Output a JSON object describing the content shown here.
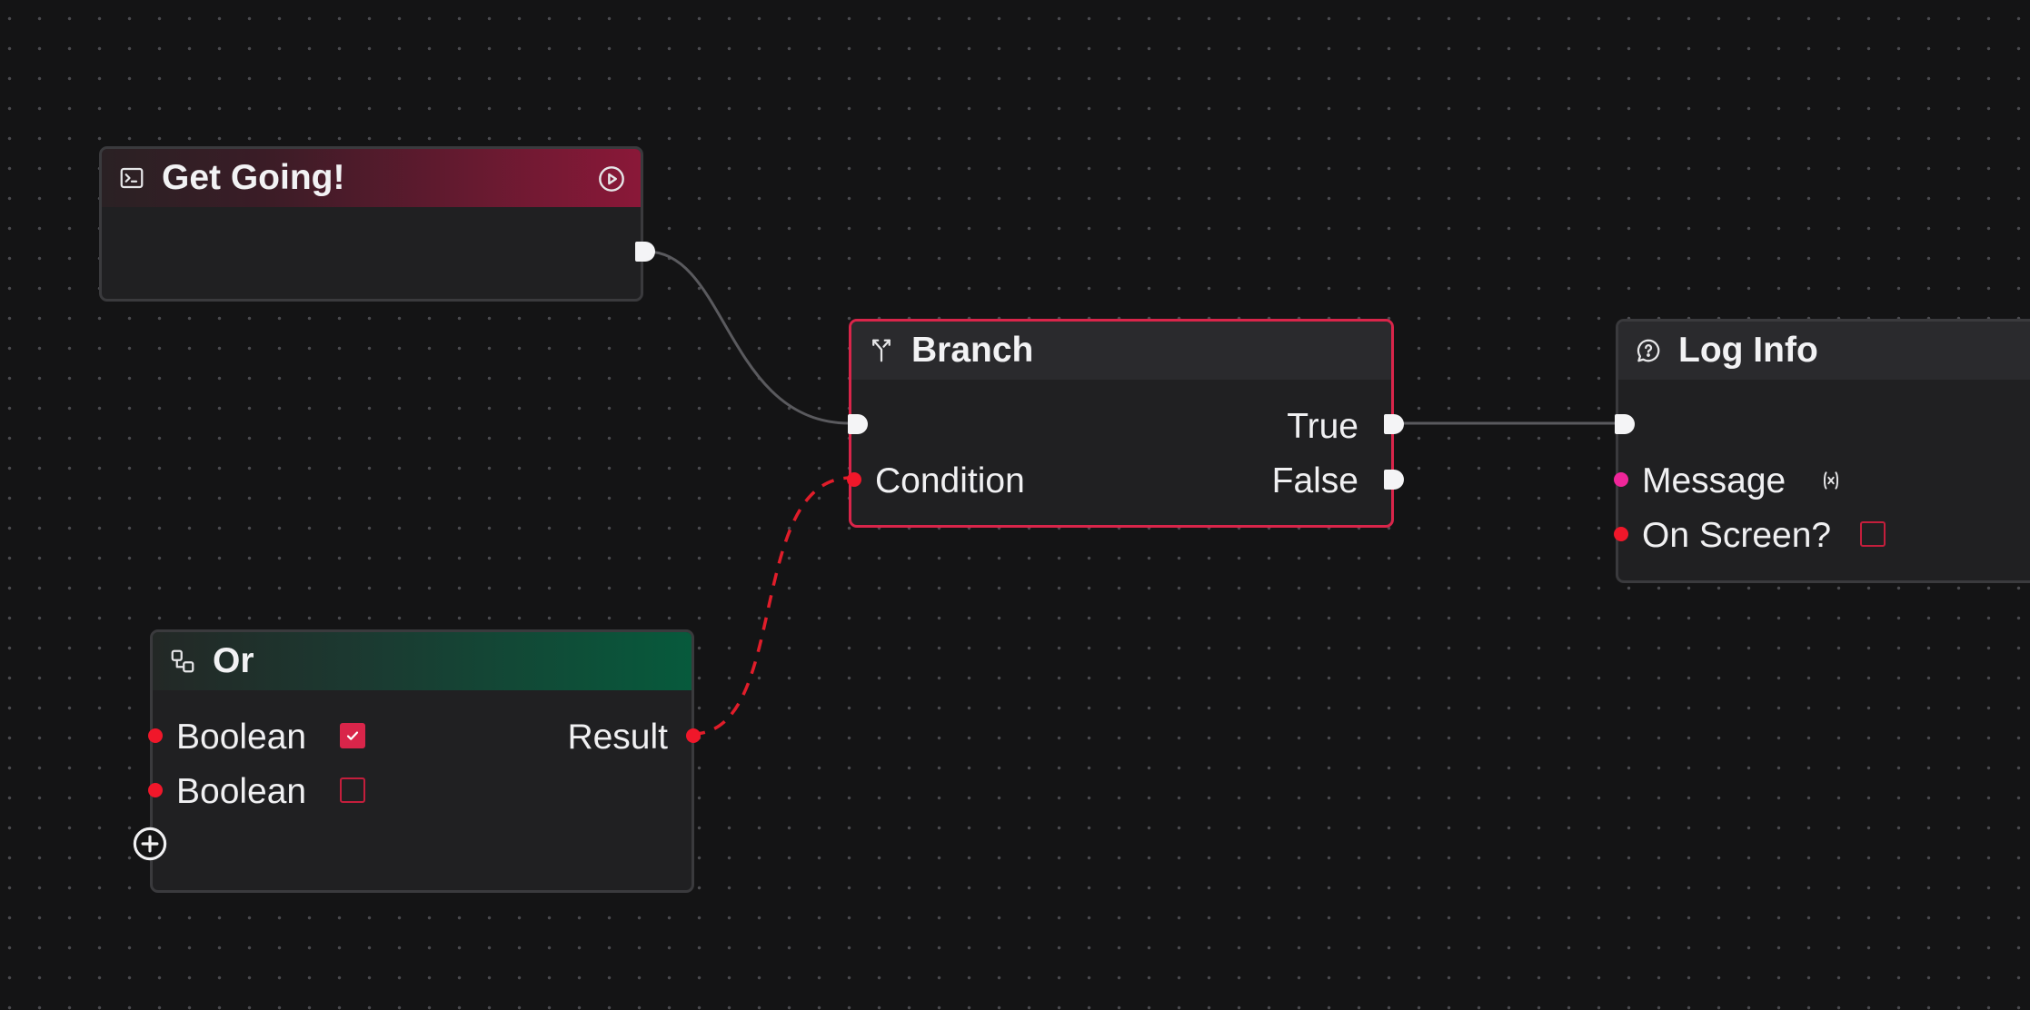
{
  "nodes": {
    "get_going": {
      "title": "Get Going!",
      "icon": "terminal-icon",
      "action_icon": "play-circle-icon",
      "header_color_from": "#2a2124",
      "header_color_to": "#8a1838"
    },
    "branch": {
      "title": "Branch",
      "icon": "branch-icon",
      "outputs": {
        "true_label": "True",
        "false_label": "False"
      },
      "inputs": {
        "condition_label": "Condition"
      }
    },
    "log_info": {
      "title": "Log Info",
      "icon": "message-question-icon",
      "inputs": {
        "message_label": "Message",
        "on_screen_label": "On Screen?",
        "on_screen_checked": false
      }
    },
    "or": {
      "title": "Or",
      "icon": "logic-nodes-icon",
      "header_color_from": "#1f2a27",
      "header_color_to": "#075a3c",
      "inputs": [
        {
          "label": "Boolean",
          "checked": true
        },
        {
          "label": "Boolean",
          "checked": false
        }
      ],
      "output_label": "Result",
      "add_icon": "plus-circle-icon"
    }
  },
  "colors": {
    "accent": "#d9254a",
    "bool_pin": "#f0172a",
    "string_pin": "#f0269a",
    "exec_wire": "#5a5a5e",
    "data_wire": "#e11d2a"
  }
}
